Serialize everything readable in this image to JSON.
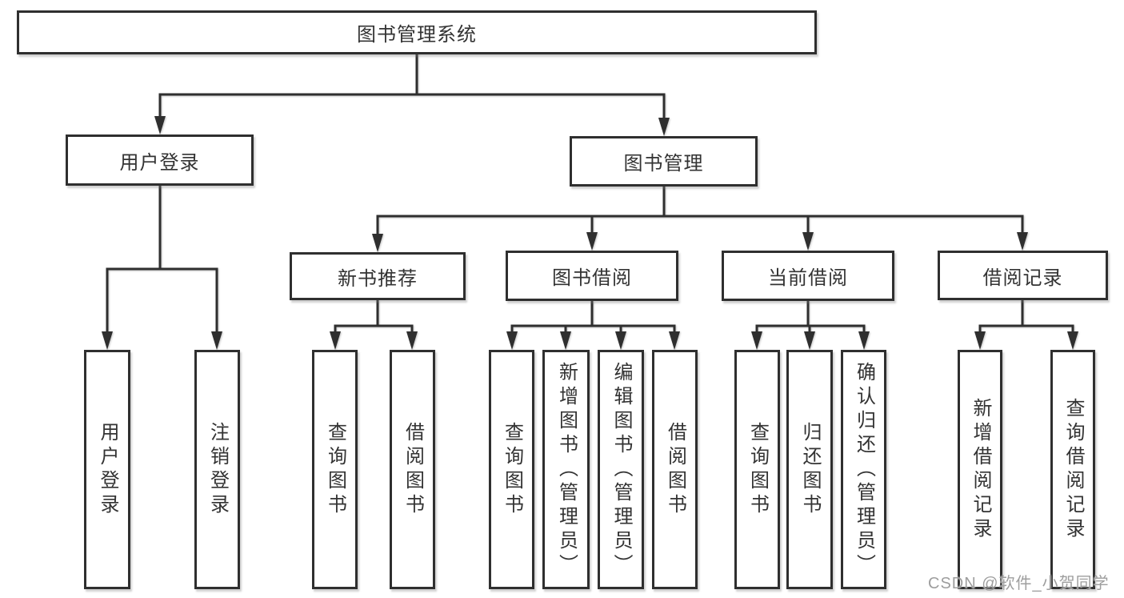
{
  "tree": {
    "label": "图书管理系统",
    "children": [
      {
        "label": "用户登录",
        "children": [
          {
            "label": "用户登录"
          },
          {
            "label": "注销登录"
          }
        ]
      },
      {
        "label": "图书管理",
        "children": [
          {
            "label": "新书推荐",
            "children": [
              {
                "label": "查询图书"
              },
              {
                "label": "借阅图书"
              }
            ]
          },
          {
            "label": "图书借阅",
            "children": [
              {
                "label": "查询图书"
              },
              {
                "label": "新增图书（管理员）"
              },
              {
                "label": "编辑图书（管理员）"
              },
              {
                "label": "借阅图书"
              }
            ]
          },
          {
            "label": "当前借阅",
            "children": [
              {
                "label": "查询图书"
              },
              {
                "label": "归还图书"
              },
              {
                "label": "确认归还（管理员）"
              }
            ]
          },
          {
            "label": "借阅记录",
            "children": [
              {
                "label": "新增借阅记录"
              },
              {
                "label": "查询借阅记录"
              }
            ]
          }
        ]
      }
    ]
  },
  "watermark": {
    "text": "CSDN @软件_小贺同学"
  },
  "colors": {
    "line": "#2f2f2f",
    "text": "#333333",
    "watermark": "#9e9e9e",
    "background": "#ffffff"
  }
}
